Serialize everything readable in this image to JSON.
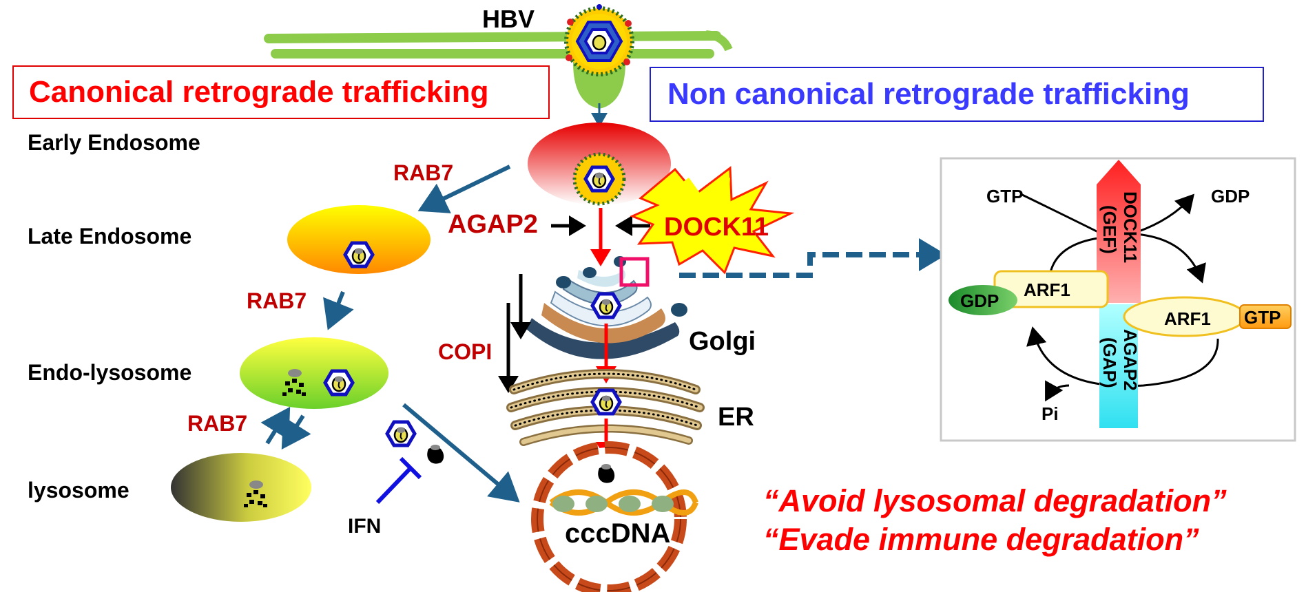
{
  "virus_label": "HBV",
  "headers": {
    "canonical": "Canonical retrograde trafficking",
    "non_canonical": "Non canonical retrograde trafficking"
  },
  "compartments": {
    "early_endosome": "Early Endosome",
    "late_endosome": "Late Endosome",
    "endo_lysosome": "Endo-lysosome",
    "lysosome": "lysosome",
    "golgi": "Golgi",
    "er": "ER",
    "cccdna": "cccDNA"
  },
  "factors": {
    "rab7_1": "RAB7",
    "rab7_2": "RAB7",
    "rab7_3": "RAB7",
    "agap2": "AGAP2",
    "dock11": "DOCK11",
    "copi": "COPI",
    "ifn": "IFN"
  },
  "inset": {
    "gtp_top": "GTP",
    "gdp_top": "GDP",
    "dock11": "DOCK11",
    "gef": "(GEF)",
    "arf1_left": "ARF1",
    "gdp_left": "GDP",
    "arf1_right": "ARF1",
    "gtp_right": "GTP",
    "agap2": "AGAP2",
    "gap": "(GAP)",
    "pi": "Pi"
  },
  "quotes": {
    "line1": "“Avoid lysosomal degradation”",
    "line2": "“Evade immune degradation”"
  },
  "colors": {
    "red_text": "#c00000",
    "bright_red": "#ff0000",
    "blue_header": "#3a3aff",
    "arrow_blue": "#1f5f8b",
    "capsid_blue": "#1010c0"
  }
}
